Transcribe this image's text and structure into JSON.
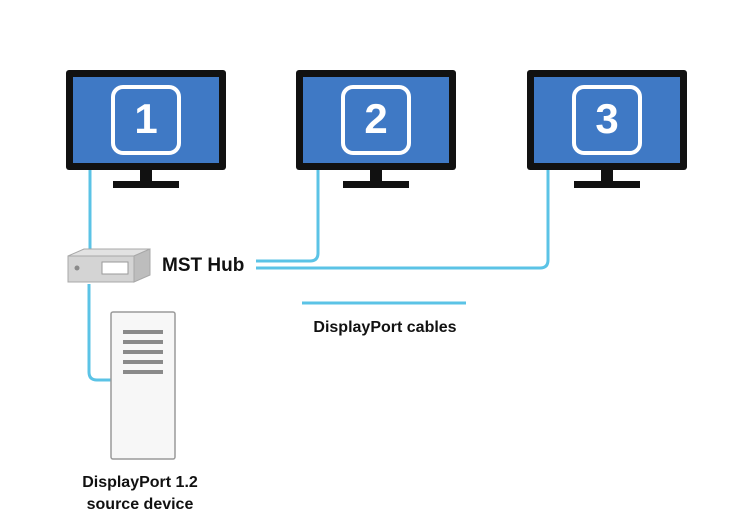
{
  "monitors": [
    {
      "number": "1"
    },
    {
      "number": "2"
    },
    {
      "number": "3"
    }
  ],
  "hub": {
    "label": "MST Hub"
  },
  "legend": {
    "cables_label": "DisplayPort cables"
  },
  "source": {
    "label_line1": "DisplayPort 1.2",
    "label_line2": "source device"
  },
  "colors": {
    "cable": "#5bc3e6",
    "screen": "#3f79c5",
    "bezel": "#111111",
    "tower_fill": "#f7f7f7",
    "tower_stroke": "#9a9a9a",
    "vent": "#8a8a8a",
    "hub_body": "#c8c8c8"
  }
}
